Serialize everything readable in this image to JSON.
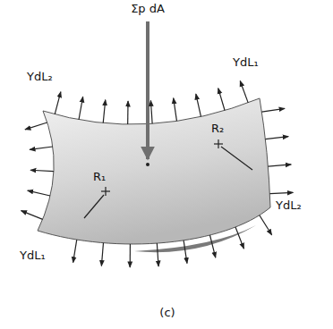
{
  "diagram": {
    "labels": [
      "Σp dA",
      "YdL₁",
      "YdL₂",
      "R₂",
      "R₁",
      "YdL₂",
      "YdL₁",
      "(c)"
    ]
  }
}
